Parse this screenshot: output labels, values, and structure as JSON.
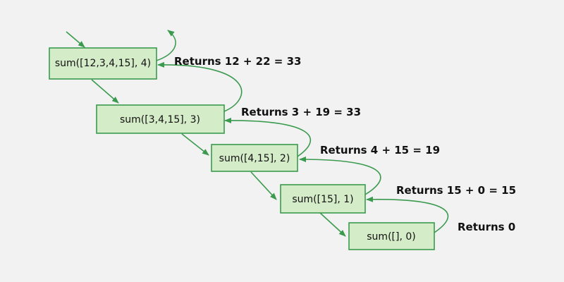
{
  "diagram": {
    "calls": [
      {
        "label": "sum([12,3,4,15], 4)"
      },
      {
        "label": "sum([3,4,15], 3)"
      },
      {
        "label": "sum([4,15], 2)"
      },
      {
        "label": "sum([15], 1)"
      },
      {
        "label": "sum([], 0)"
      }
    ],
    "returns": [
      {
        "label": "Returns 12 + 22 = 33"
      },
      {
        "label": "Returns 3 + 19 = 33"
      },
      {
        "label": "Returns 4 + 15 = 19"
      },
      {
        "label": "Returns 15 + 0 = 15"
      },
      {
        "label": "Returns 0"
      }
    ],
    "colors": {
      "background": "#f2f2f2",
      "box_fill": "#d5ecc9",
      "box_stroke": "#3a9a4e",
      "arrow": "#3a9a4e"
    }
  }
}
